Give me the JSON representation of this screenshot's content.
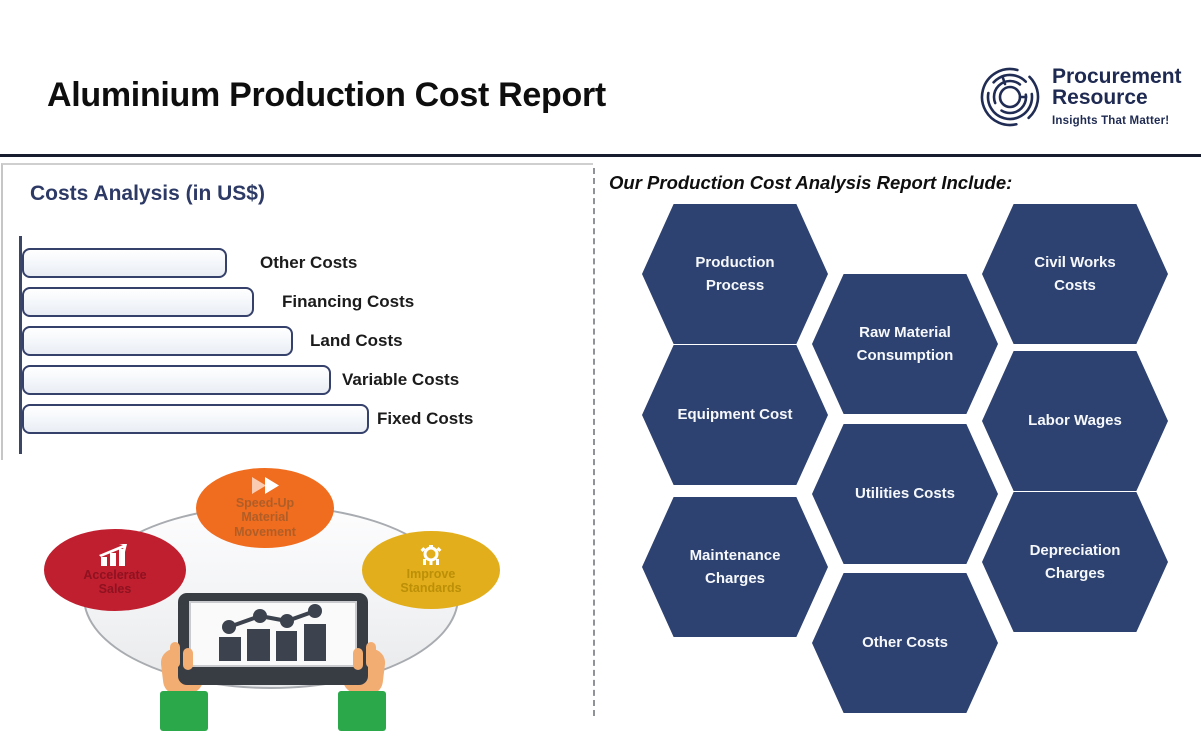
{
  "header": {
    "title": "Aluminium Production Cost Report",
    "logo": {
      "line1": "Procurement",
      "line2": "Resource",
      "tagline": "Insights That Matter!",
      "brand_color": "#1e2a52"
    }
  },
  "left_panel": {
    "title": "Costs Analysis (in US$)",
    "title_color": "#2d3a66"
  },
  "chart_data": {
    "type": "bar",
    "orientation": "horizontal",
    "title": "Costs Analysis (in US$)",
    "categories": [
      "Other Costs",
      "Financing Costs",
      "Land Costs",
      "Variable Costs",
      "Fixed Costs"
    ],
    "values": [
      59,
      67,
      78,
      89,
      100
    ],
    "value_note": "bars carry no numeric labels; values are relative bar lengths as % of the longest bar (Fixed Costs)",
    "xlabel": "",
    "ylabel": "",
    "bar_fill": "#f3f6fa",
    "bar_border": "#35406b",
    "grid": false,
    "legend": false,
    "axis": "single vertical baseline at left, no ticks"
  },
  "illustration": {
    "bubbles": [
      {
        "label": "Accelerate Sales",
        "fill": "#c01f2f",
        "text_color": "#8e1220",
        "icon": "growth-bar-chart-icon"
      },
      {
        "label": "Speed-Up Material Movement",
        "fill": "#f06c1e",
        "text_color": "#b05e28",
        "icon": "fast-forward-icon"
      },
      {
        "label": "Improve Standards",
        "fill": "#e2ae1b",
        "text_color": "#bb8f07",
        "icon": "gear-icon"
      }
    ]
  },
  "right_panel": {
    "heading": "Our Production Cost Analysis Report Include:",
    "hex_fill": "#2d4270",
    "hexagons": [
      {
        "label": "Production Process"
      },
      {
        "label": "Raw Material Consumption"
      },
      {
        "label": "Civil Works Costs"
      },
      {
        "label": "Equipment Cost"
      },
      {
        "label": "Utilities Costs"
      },
      {
        "label": "Labor Wages"
      },
      {
        "label": "Maintenance Charges"
      },
      {
        "label": "Other Costs"
      },
      {
        "label": "Depreciation Charges"
      }
    ]
  }
}
